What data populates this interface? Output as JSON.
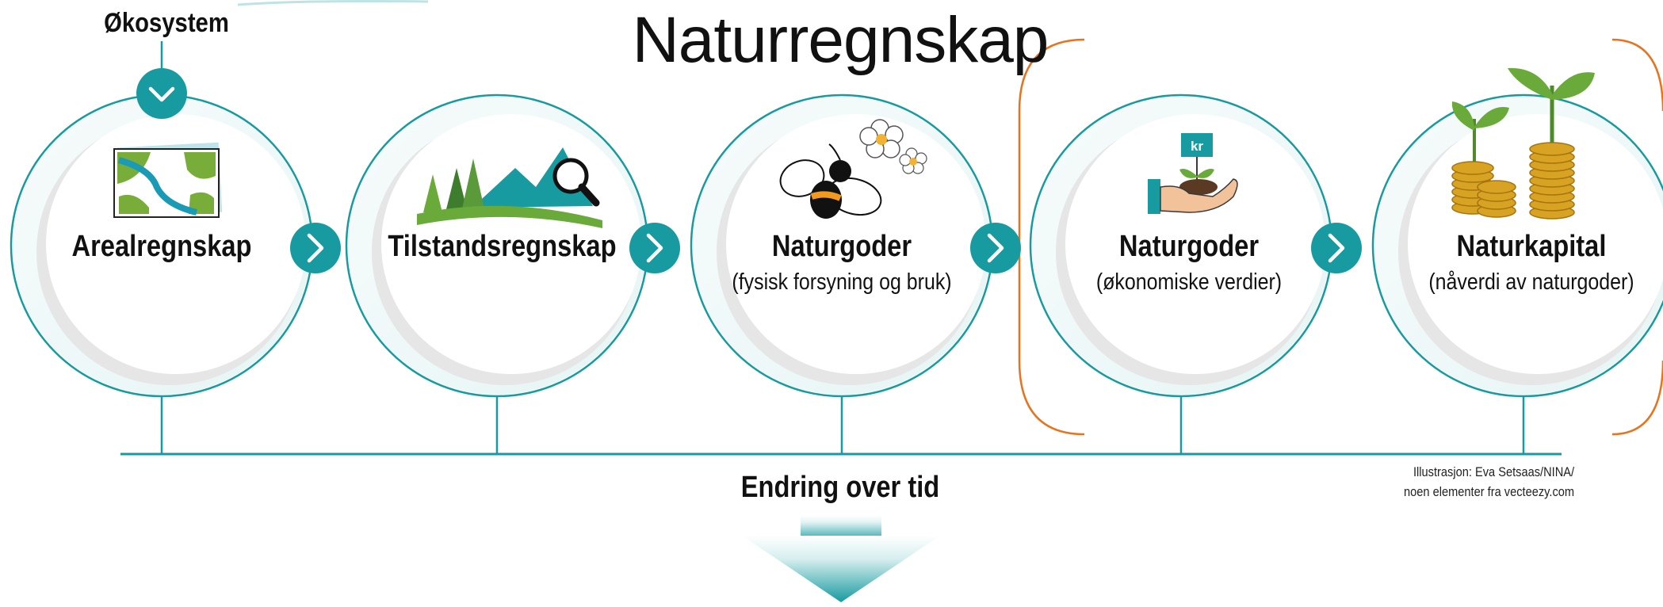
{
  "title": "Naturregnskap",
  "ecosystem_label": "Økosystem",
  "steps": [
    {
      "title": "Arealregnskap",
      "subtitle": "",
      "icon": "map-icon"
    },
    {
      "title": "Tilstandsregnskap",
      "subtitle": "",
      "icon": "landscape-magnifier-icon"
    },
    {
      "title": "Naturgoder",
      "subtitle": "(fysisk forsyning og bruk)",
      "icon": "bee-flowers-icon"
    },
    {
      "title": "Naturgoder",
      "subtitle": "(økonomiske verdier)",
      "icon": "hand-plant-kr-icon"
    },
    {
      "title": "Naturkapital",
      "subtitle": "(nåverdi av naturgoder)",
      "icon": "coins-plants-icon"
    }
  ],
  "kr_label": "kr",
  "timeline_label": "Endring over tid",
  "credit_lines": [
    "Illustrasjon: Eva Setsaas/NINA/",
    "noen elementer fra vecteezy.com"
  ],
  "colors": {
    "teal": "#179ba0",
    "orange": "#e8731e",
    "green": "#6aaa3a",
    "gold": "#d8a323"
  }
}
